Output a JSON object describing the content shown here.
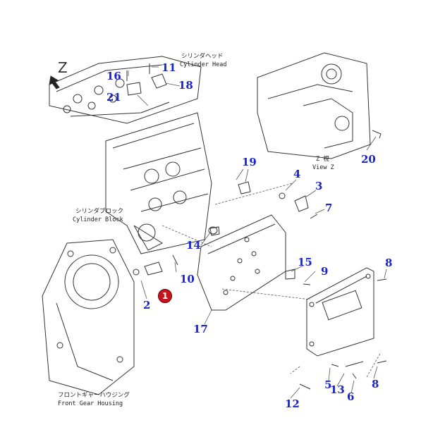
{
  "labels": {
    "cylinder_head_jp": "シリンダヘッド",
    "cylinder_head_en": "Cylinder Head",
    "cylinder_block_jp": "シリンダブロック",
    "cylinder_block_en": "Cylinder Block",
    "front_gear_housing_jp": "フロントギャーハウジング",
    "front_gear_housing_en": "Front Gear Housing",
    "view_z_jp": "Z 視",
    "view_z_en": "View Z",
    "z_arrow": "Z"
  },
  "callouts": {
    "c1": "1",
    "c2": "2",
    "c3": "3",
    "c4": "4",
    "c5": "5",
    "c6": "6",
    "c7": "7",
    "c8a": "8",
    "c8b": "8",
    "c9": "9",
    "c10": "10",
    "c11": "11",
    "c12": "12",
    "c13": "13",
    "c14": "14",
    "c15": "15",
    "c16": "16",
    "c17": "17",
    "c18": "18",
    "c19": "19",
    "c20": "20",
    "c21": "21"
  },
  "colors": {
    "callout": "#1a24c8",
    "highlight": "#c8141e",
    "line": "#333333"
  }
}
